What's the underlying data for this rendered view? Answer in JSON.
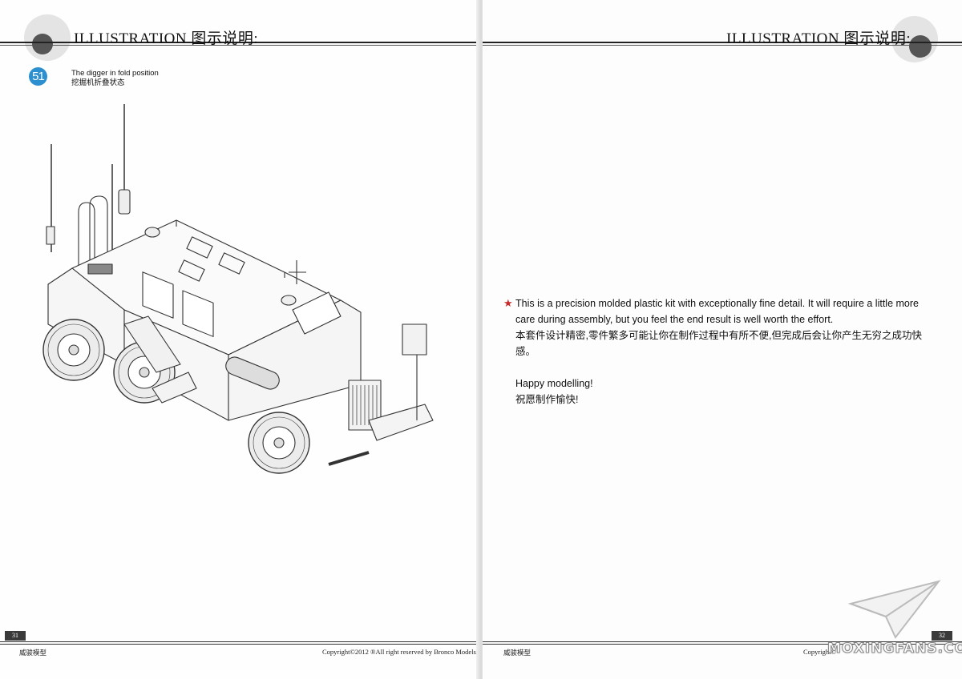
{
  "left_page": {
    "header_title": "ILLUSTRATION 图示说明:",
    "step": {
      "number": "51",
      "caption_en": "The digger in fold position",
      "caption_zh": "挖掘机折叠状态"
    },
    "illustration_icon": "armored-vehicle-line-drawing",
    "page_number": "31",
    "footer_brand": "威骏模型",
    "footer_copyright": "Copyright©2012  ®All right reserved by Bronco Models"
  },
  "right_page": {
    "header_title": "ILLUSTRATION 图示说明:",
    "note": {
      "en": "This is a precision molded plastic kit with exceptionally fine detail. It will require a little more care during assembly, but you feel the end result is well worth the effort.",
      "zh": "本套件设计精密,零件繁多可能让你在制作过程中有所不便,但完成后会让你产生无穷之成功快感。",
      "closing_en": "Happy modelling!",
      "closing_zh": "祝愿制作愉快!"
    },
    "page_number": "32",
    "footer_brand": "威骏模型",
    "footer_copyright": "Copyright©",
    "watermark": "MOXINGFANS.COM"
  },
  "colors": {
    "step_badge": "#2b8fd0",
    "star": "#c62828"
  }
}
